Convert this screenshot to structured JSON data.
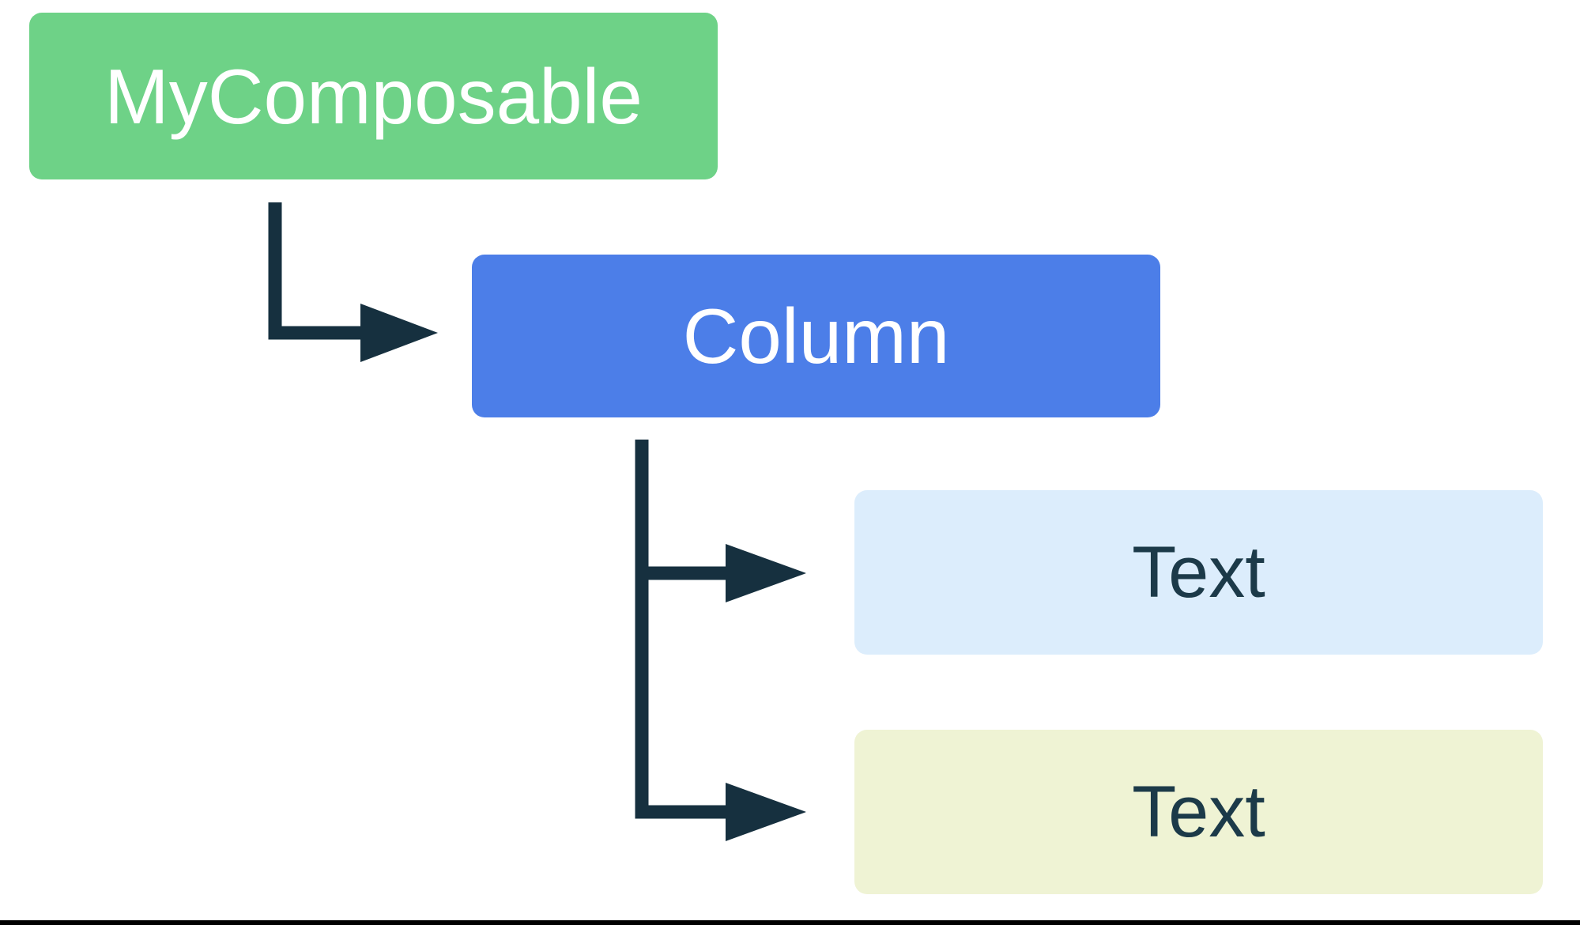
{
  "diagram": {
    "background_color": "#FFFFFF",
    "connector_color": "#16303F",
    "bottom_rule_color": "#000000",
    "nodes": [
      {
        "id": "my-composable",
        "label": "MyComposable",
        "fill": "#6ED287",
        "text_color": "#FFFFFF"
      },
      {
        "id": "column",
        "label": "Column",
        "fill": "#4C7EE8",
        "text_color": "#FFFFFF"
      },
      {
        "id": "text-1",
        "label": "Text",
        "fill": "#DCEDFC",
        "text_color": "#1C3A49"
      },
      {
        "id": "text-2",
        "label": "Text",
        "fill": "#EFF3D4",
        "text_color": "#1C3A49"
      }
    ],
    "edges": [
      {
        "from": "MyComposable",
        "to": "Column"
      },
      {
        "from": "Column",
        "to": "Text"
      },
      {
        "from": "Column",
        "to": "Text"
      }
    ]
  }
}
